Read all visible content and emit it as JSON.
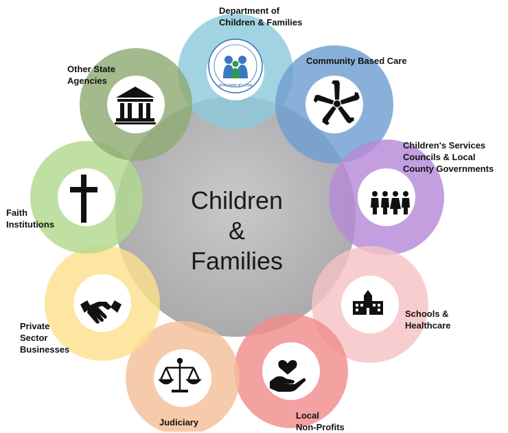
{
  "center": {
    "lines": [
      "Children",
      "&",
      "Families"
    ]
  },
  "nodes": [
    {
      "id": "dcf",
      "label": "Department of\nChildren & Families",
      "icon": "dcf-seal-icon",
      "color": "#8ec9dc"
    },
    {
      "id": "cbc",
      "label": "Community Based Care",
      "icon": "joined-hands-icon",
      "color": "#6f9fd0"
    },
    {
      "id": "csc",
      "label": "Children's Services\nCouncils & Local\nCounty Governments",
      "icon": "people-group-icon",
      "color": "#b68ad8"
    },
    {
      "id": "schools",
      "label": "Schools &\nHealthcare",
      "icon": "school-building-icon",
      "color": "#f6c2c4"
    },
    {
      "id": "nonprofits",
      "label": "Local\nNon-Profits",
      "icon": "heart-hand-icon",
      "color": "#f08c8c"
    },
    {
      "id": "judiciary",
      "label": "Judiciary",
      "icon": "scales-icon",
      "color": "#f4bf99"
    },
    {
      "id": "private",
      "label": "Private\nSector\nBusinesses",
      "icon": "handshake-icon",
      "color": "#fbe08c"
    },
    {
      "id": "faith",
      "label": "Faith\nInstitutions",
      "icon": "cross-icon",
      "color": "#b2d98f"
    },
    {
      "id": "state",
      "label": "Other State\nAgencies",
      "icon": "government-building-icon",
      "color": "#8fab74"
    }
  ],
  "seal_text": "MYFLFAMILIES.COM"
}
